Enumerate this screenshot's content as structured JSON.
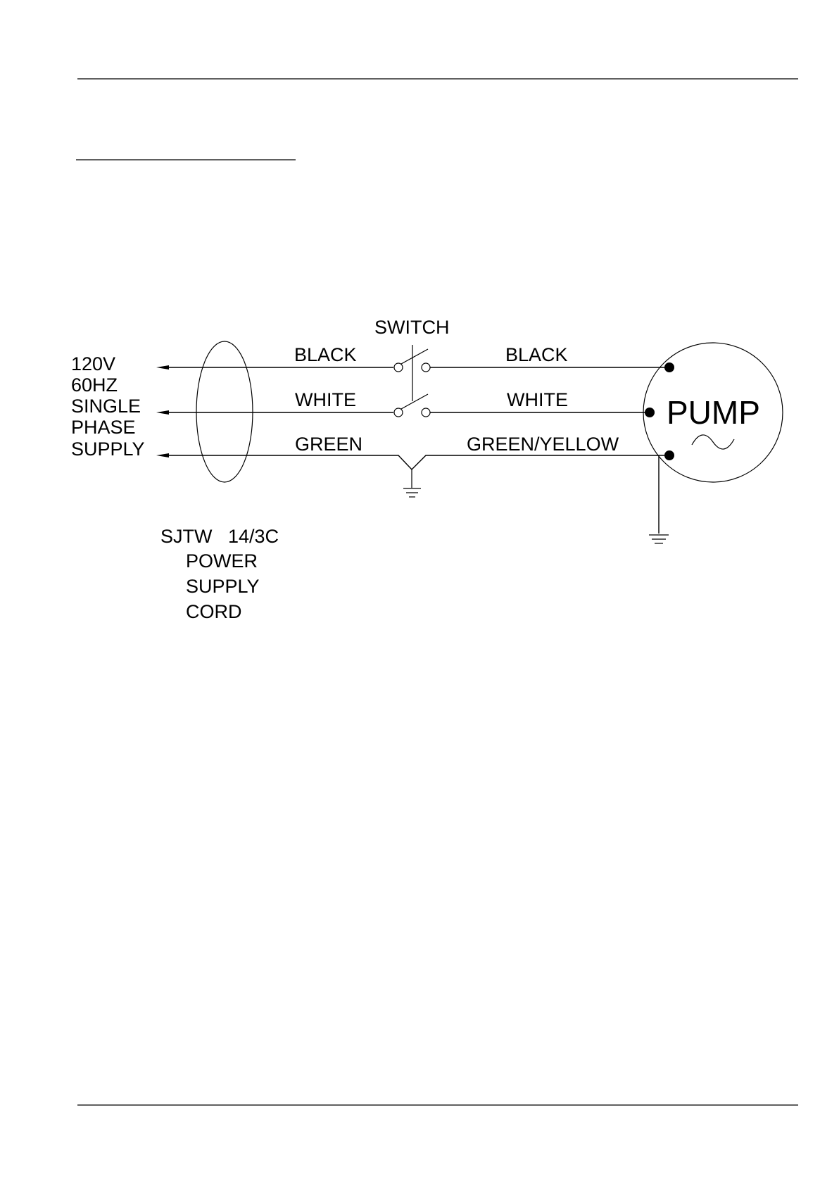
{
  "supply": {
    "lines": [
      "120V",
      "60HZ",
      "SINGLE",
      "PHASE",
      "SUPPLY"
    ]
  },
  "switch": {
    "label": "SWITCH"
  },
  "wires": {
    "left": {
      "black": "BLACK",
      "white": "WHITE",
      "ground": "GREEN"
    },
    "right": {
      "black": "BLACK",
      "white": "WHITE",
      "ground": "GREEN/YELLOW"
    }
  },
  "pump": {
    "label": "PUMP",
    "symbol": "~"
  },
  "cord": {
    "lines": [
      "SJTW   14/3C",
      "POWER",
      "SUPPLY",
      "CORD"
    ]
  }
}
